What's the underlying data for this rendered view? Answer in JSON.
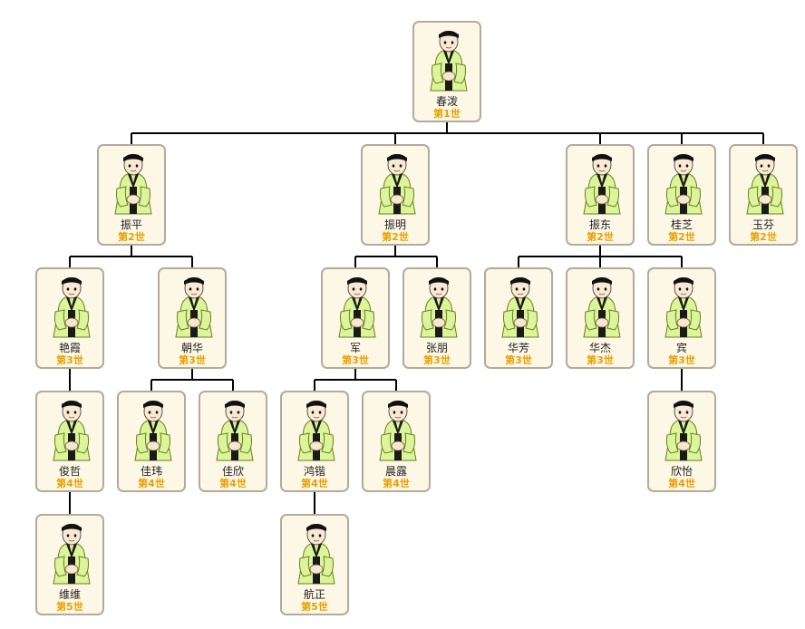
{
  "colors": {
    "connector": "#000000",
    "card_border": "#b4aa9c",
    "card_bg": "#fdf7e6",
    "generation_text": "#e8a000",
    "robe": "#ddf59a",
    "robe_edge": "#6b7d22",
    "hair": "#111111"
  },
  "icons": {
    "member": "person-avatar-icon"
  },
  "members": [
    {
      "id": "chunbo",
      "name": "春泼",
      "gen": "第1世",
      "parent": null
    },
    {
      "id": "zhenping",
      "name": "振平",
      "gen": "第2世",
      "parent": "chunbo"
    },
    {
      "id": "zhenming",
      "name": "振明",
      "gen": "第2世",
      "parent": "chunbo"
    },
    {
      "id": "zhendong",
      "name": "振东",
      "gen": "第2世",
      "parent": "chunbo"
    },
    {
      "id": "guizhi",
      "name": "桂芝",
      "gen": "第2世",
      "parent": "chunbo"
    },
    {
      "id": "yufen",
      "name": "玉芬",
      "gen": "第2世",
      "parent": "chunbo"
    },
    {
      "id": "yanxia",
      "name": "艳霞",
      "gen": "第3世",
      "parent": "zhenping"
    },
    {
      "id": "chaohua",
      "name": "朝华",
      "gen": "第3世",
      "parent": "zhenping"
    },
    {
      "id": "jun",
      "name": "军",
      "gen": "第3世",
      "parent": "zhenming"
    },
    {
      "id": "zhangpeng",
      "name": "张朋",
      "gen": "第3世",
      "parent": "zhenming"
    },
    {
      "id": "huafang",
      "name": "华芳",
      "gen": "第3世",
      "parent": "zhendong"
    },
    {
      "id": "huajie",
      "name": "华杰",
      "gen": "第3世",
      "parent": "zhendong"
    },
    {
      "id": "bin",
      "name": "宾",
      "gen": "第3世",
      "parent": "zhendong"
    },
    {
      "id": "junzhe",
      "name": "俊哲",
      "gen": "第4世",
      "parent": "yanxia"
    },
    {
      "id": "jiawei",
      "name": "佳玮",
      "gen": "第4世",
      "parent": "chaohua"
    },
    {
      "id": "jiaxin",
      "name": "佳欣",
      "gen": "第4世",
      "parent": "chaohua"
    },
    {
      "id": "hongkai",
      "name": "鸿锴",
      "gen": "第4世",
      "parent": "jun"
    },
    {
      "id": "chenlu",
      "name": "晨露",
      "gen": "第4世",
      "parent": "jun"
    },
    {
      "id": "xinyi",
      "name": "欣怡",
      "gen": "第4世",
      "parent": "bin"
    },
    {
      "id": "weiwei",
      "name": "维维",
      "gen": "第5世",
      "parent": "junzhe"
    },
    {
      "id": "hangzheng",
      "name": "航正",
      "gen": "第5世",
      "parent": "hongkai"
    }
  ]
}
